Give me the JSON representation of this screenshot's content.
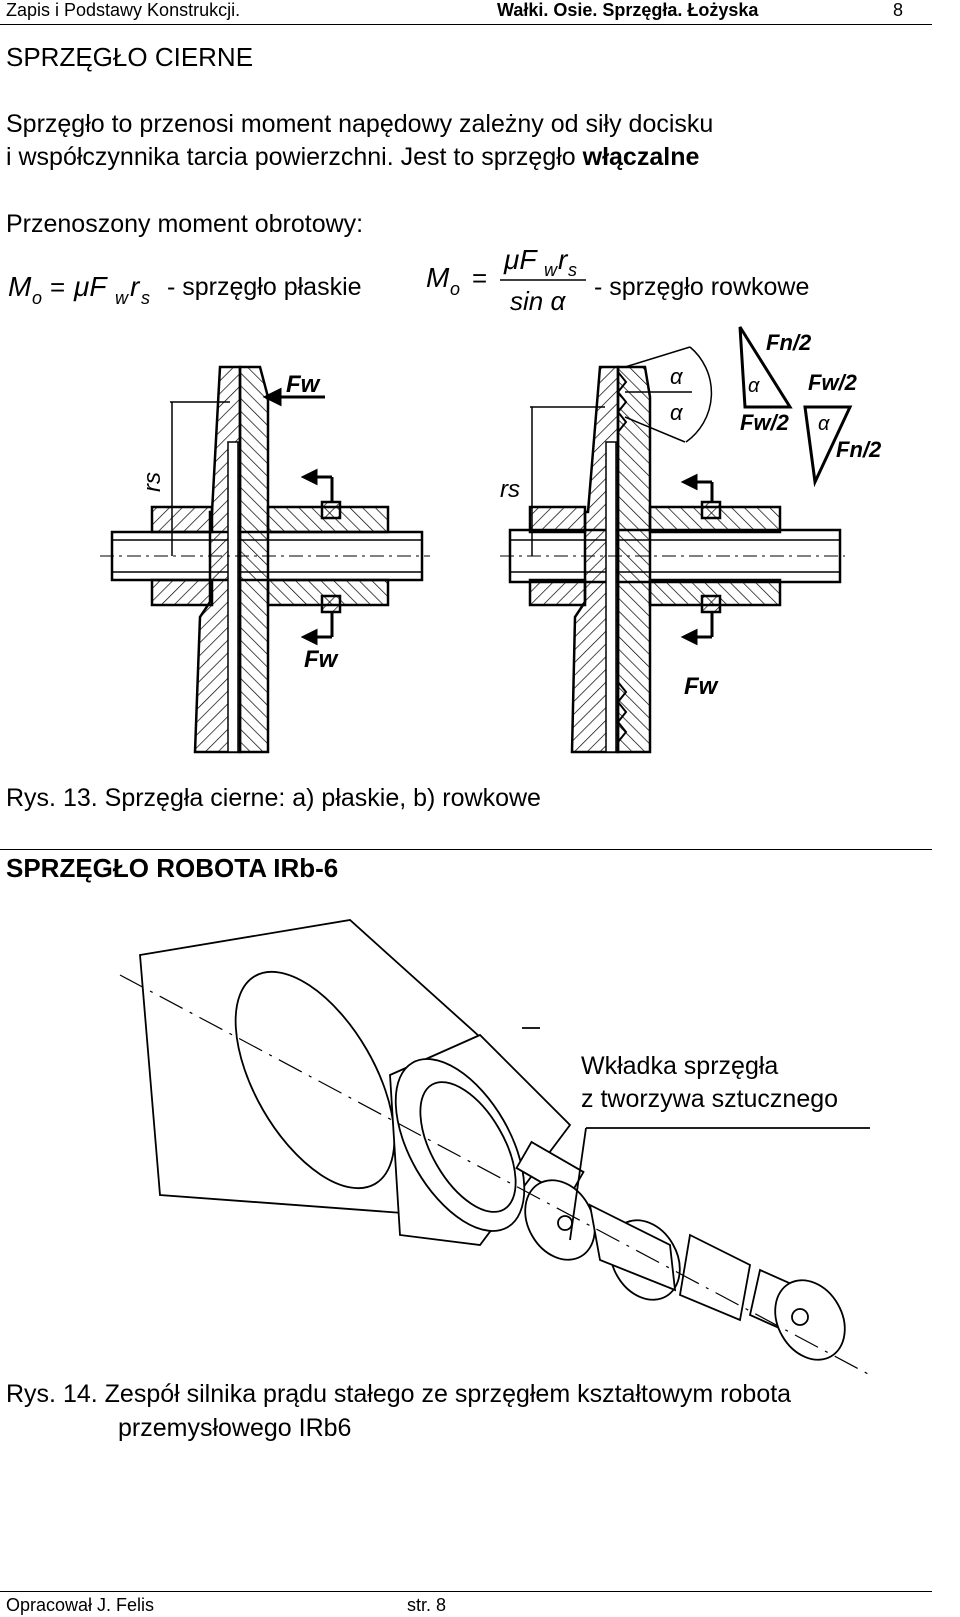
{
  "header": {
    "left": "Zapis i Podstawy Konstrukcji.",
    "center": "Wałki. Osie. Sprzęgła. Łożyska",
    "page": "8"
  },
  "section1": {
    "title": "SPRZĘGŁO CIERNE",
    "para_line1": "Sprzęgło to przenosi moment napędowy zależny od siły docisku",
    "para_line2_a": "i współczynnika tarcia powierzchni. Jest to sprzęgło ",
    "para_line2_b": "włączalne",
    "torque_label": "Przenoszony moment obrotowy:",
    "formula1_desc": "- sprzęgło płaskie",
    "formula2_desc": "- sprzęgło rowkowe"
  },
  "figure13": {
    "labels": {
      "fw": "Fw",
      "rs": "rs",
      "fn2": "Fn/2",
      "fw2": "Fw/2",
      "alpha": "α"
    },
    "caption": "Rys. 13. Sprzęgła cierne: a) płaskie, b) rowkowe"
  },
  "section2": {
    "title": "SPRZĘGŁO ROBOTA IRb-6",
    "callout_line1": "Wkładka sprzęgła",
    "callout_line2": "z tworzywa sztucznego",
    "caption_line1": "Rys. 14. Zespół silnika prądu stałego ze sprzęgłem kształtowym robota",
    "caption_line2": "przemysłowego IRb6"
  },
  "footer": {
    "author": "Opracował J. Felis",
    "page": "str. 8"
  }
}
